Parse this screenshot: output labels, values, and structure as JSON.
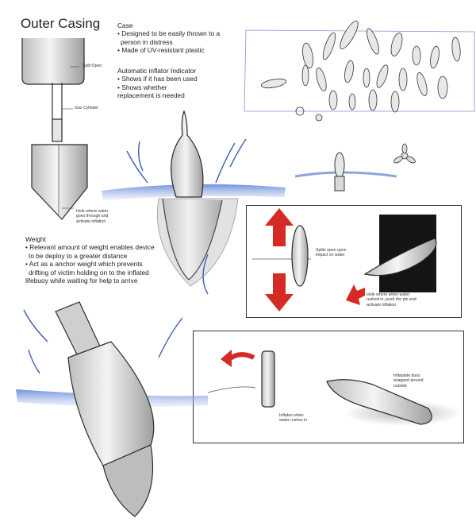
{
  "title": "Outer Casing",
  "case_section": {
    "heading": "Case",
    "bullets": [
      "• Designed to be easily thrown to a",
      "person in distress",
      "• Made of UV-resistant plastic"
    ]
  },
  "indicator_section": {
    "heading": "Automatic inflator Indicator",
    "bullets": [
      "• Shows if it has been used",
      "• Shows whether",
      "replacement is needed"
    ]
  },
  "weight_section": {
    "heading": "Weight",
    "bullets": [
      "• Relevant amount of weight enables device",
      "to be deploy to a greater distance",
      "• Act as a anchor weight which prevents",
      "drifting of victim holding on to the inflated",
      "lifebuoy while waiting for help to arrive"
    ]
  },
  "labels": {
    "split_open": "Split Open",
    "gas_cylinder": "Gas Cylinder",
    "hole_water": [
      "Hole where water",
      "goes through and",
      "activate inflation"
    ],
    "splits_open_upon": [
      "Splits open upon",
      "impact on water"
    ],
    "hole_rushed": [
      "Hole where when water",
      "rushed in, push the pin and",
      "activate inflation"
    ],
    "inflates_when": [
      "Inflates when",
      "water rushes in"
    ],
    "inflatable_buoy": [
      "Inflatable buoy",
      "wrapped around",
      "outside"
    ]
  },
  "colors": {
    "accent_red": "#d62a24",
    "water_blue": "#6f8fd6",
    "ink": "#2b2b2b",
    "panel_border": "#8a8fd0"
  }
}
